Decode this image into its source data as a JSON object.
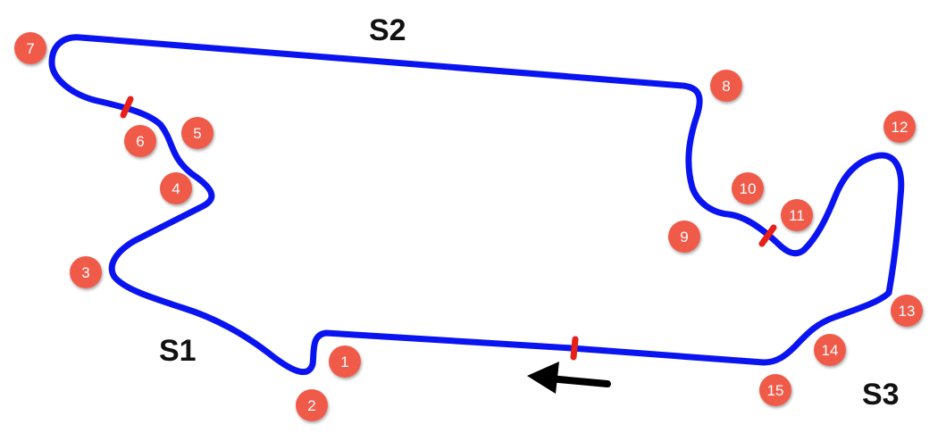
{
  "colors": {
    "track": "#0a14f0",
    "sector_marker": "#e8201a",
    "turn_badge": "#ef5a4a",
    "turn_text": "#ffffff",
    "direction_arrow": "#000000"
  },
  "sectors": [
    {
      "label": "S1"
    },
    {
      "label": "S2"
    },
    {
      "label": "S3"
    }
  ],
  "turns": [
    "1",
    "2",
    "3",
    "4",
    "5",
    "6",
    "7",
    "8",
    "9",
    "10",
    "11",
    "12",
    "13",
    "14",
    "15"
  ],
  "direction_arrow": {
    "icon": "arrow-left-icon"
  },
  "sector_markers": [
    {
      "icon": "sector-split-marker"
    },
    {
      "icon": "sector-split-marker"
    },
    {
      "icon": "sector-split-marker"
    }
  ]
}
